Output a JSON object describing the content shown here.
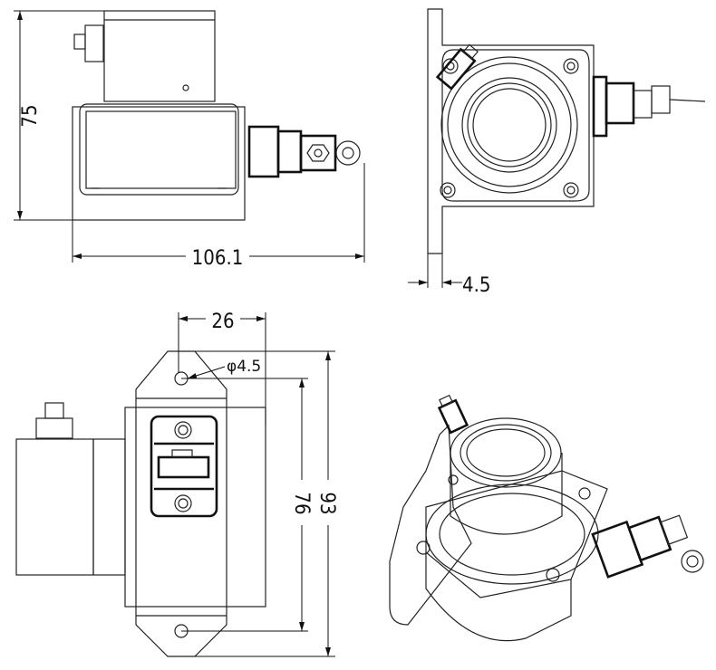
{
  "dimensions": {
    "height_side": "75",
    "length_side": "106.1",
    "flange_thickness": "4.5",
    "hole_spacing_width": "26",
    "hole_diameter": "φ4.5",
    "hole_spacing_height": "76",
    "overall_height": "93"
  }
}
